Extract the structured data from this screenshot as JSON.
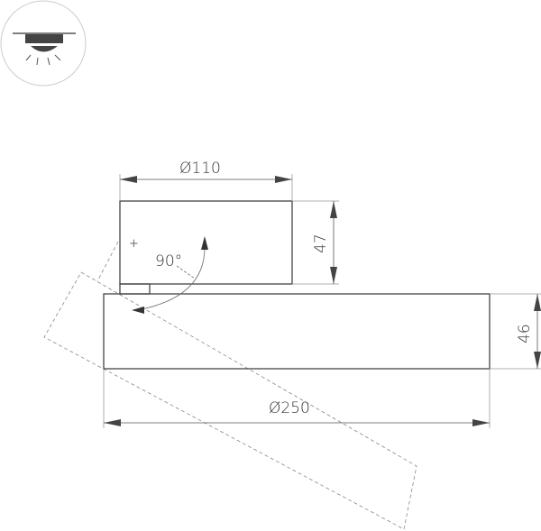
{
  "icon": {
    "name": "ceiling-light-icon",
    "description": "Surface-mounted ceiling luminaire symbol"
  },
  "dimensions": {
    "top_diameter": "Ø110",
    "top_height": "47",
    "rotation_angle": "90°",
    "bottom_diameter": "Ø250",
    "bottom_height": "46"
  },
  "colors": {
    "line": "#444444",
    "thin": "#999999",
    "dashed": "#888888"
  }
}
